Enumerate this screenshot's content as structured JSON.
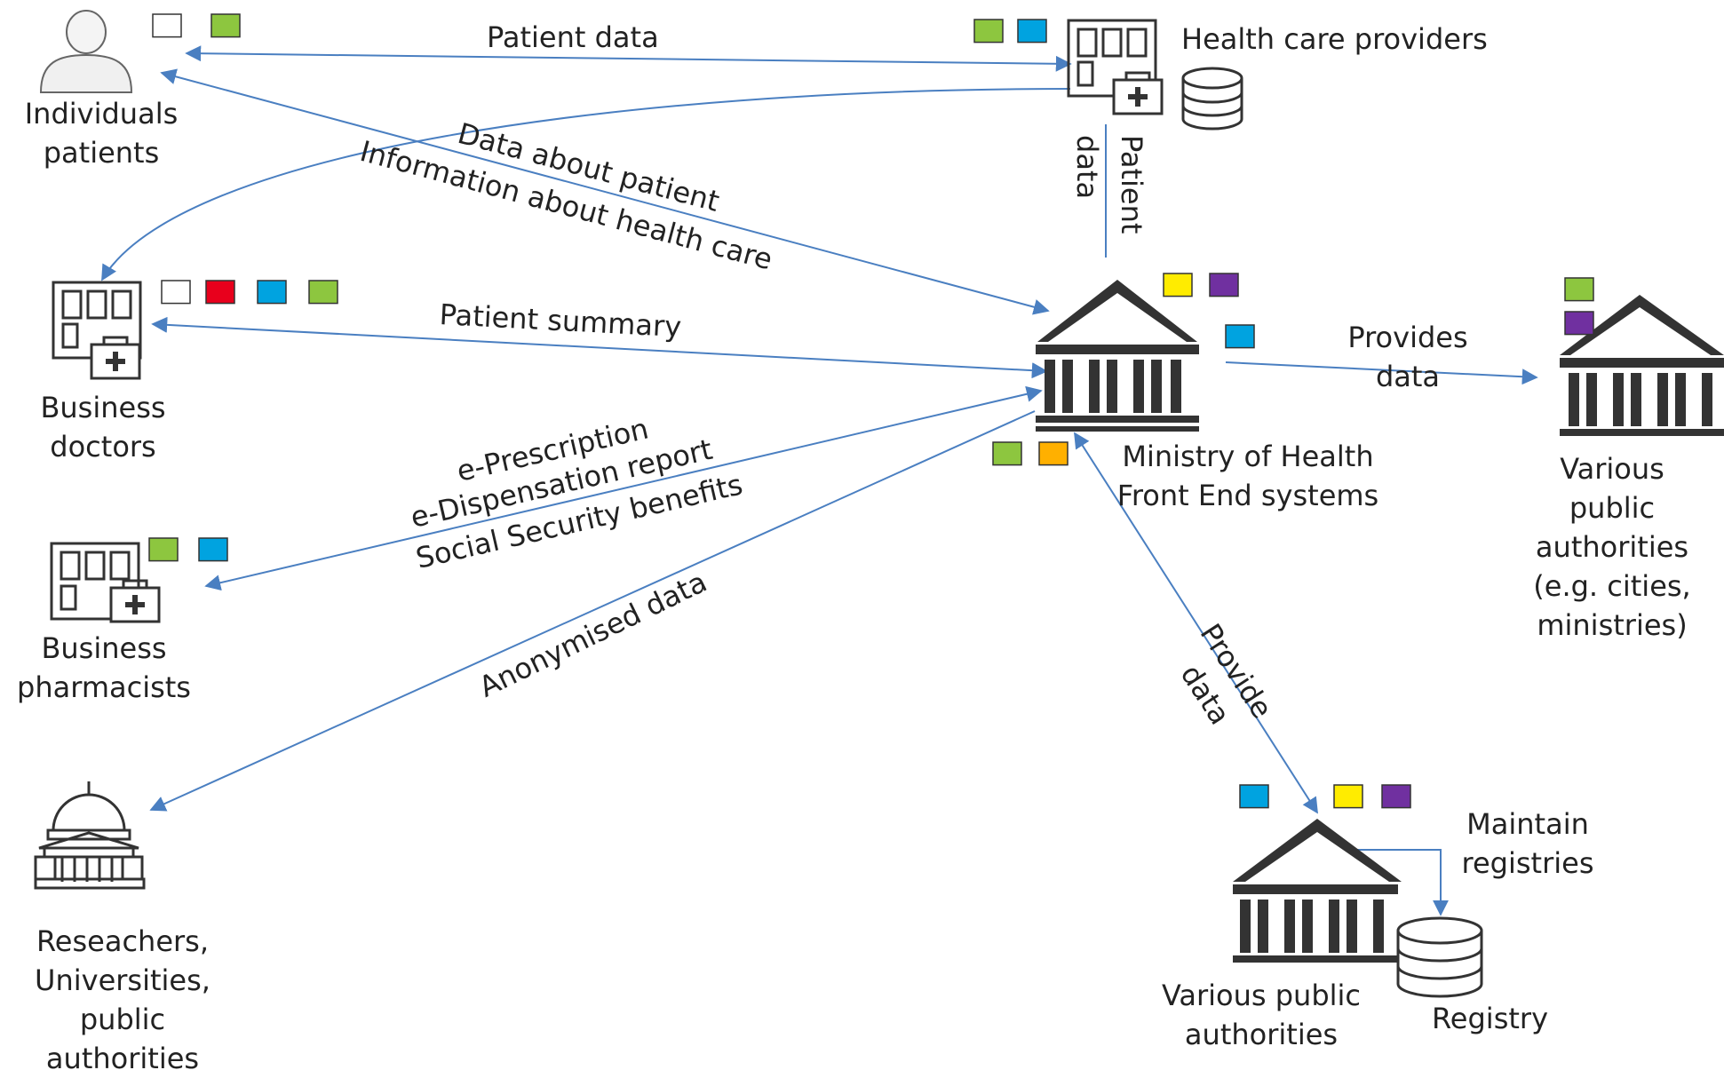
{
  "colors": {
    "arrow": "#4a7fc1",
    "white": "#ffffff",
    "green": "#8dc63f",
    "blue": "#00a3e0",
    "red": "#e8001c",
    "yellow": "#ffec00",
    "purple": "#7030a0",
    "orange": "#ffb000",
    "icon": "#333333"
  },
  "nodes": {
    "patients": {
      "line1": "Individuals",
      "line2": "patients",
      "icon": "person-icon"
    },
    "providers": {
      "label": "Health care providers",
      "icon": "hospital-icon"
    },
    "doctors": {
      "line1": "Business",
      "line2": "doctors",
      "icon": "hospital-icon"
    },
    "pharmacists": {
      "line1": "Business",
      "line2": "pharmacists",
      "icon": "pharmacy-icon"
    },
    "researchers": {
      "line1": "Reseachers,",
      "line2": "Universities,",
      "line3": "public",
      "line4": "authorities",
      "icon": "capitol-icon"
    },
    "ministry": {
      "line1": "Ministry of Health",
      "line2": "Front End systems",
      "icon": "government-building-icon"
    },
    "public_auth_right": {
      "line1": "Various",
      "line2": "public",
      "line3": "authorities",
      "line4": "(e.g. cities,",
      "line5": "ministries)",
      "icon": "government-building-icon"
    },
    "public_auth_bottom": {
      "line1": "Various public",
      "line2": "authorities",
      "icon": "government-building-icon"
    },
    "registry": {
      "label": "Registry",
      "icon": "database-icon"
    }
  },
  "edges": {
    "patient_data_top": "Patient data",
    "data_about_patient": "Data about patient",
    "information_health_care": "Information about health care",
    "patient_data_vertical_1": "Patient",
    "patient_data_vertical_2": "data",
    "patient_summary": "Patient summary",
    "eprescription": "e-Prescription",
    "edispensation": "e-Dispensation report",
    "social_security": "Social Security benefits",
    "anonymised": "Anonymised data",
    "provides_data_1": "Provides",
    "provides_data_2": "data",
    "provide_data_1": "Provide",
    "provide_data_2": "data",
    "maintain_1": "Maintain",
    "maintain_2": "registries"
  },
  "legend_squares": {
    "patients": [
      "white",
      "green"
    ],
    "providers": [
      "green",
      "blue"
    ],
    "doctors": [
      "white",
      "red",
      "blue",
      "green"
    ],
    "pharmacists": [
      "green",
      "blue"
    ],
    "ministry_top": [
      "yellow",
      "purple"
    ],
    "ministry_right": [
      "blue"
    ],
    "ministry_bottom": [
      "green",
      "orange"
    ],
    "public_auth_right": [
      "green",
      "purple"
    ],
    "public_auth_bottom": [
      "blue",
      "yellow",
      "purple"
    ]
  }
}
